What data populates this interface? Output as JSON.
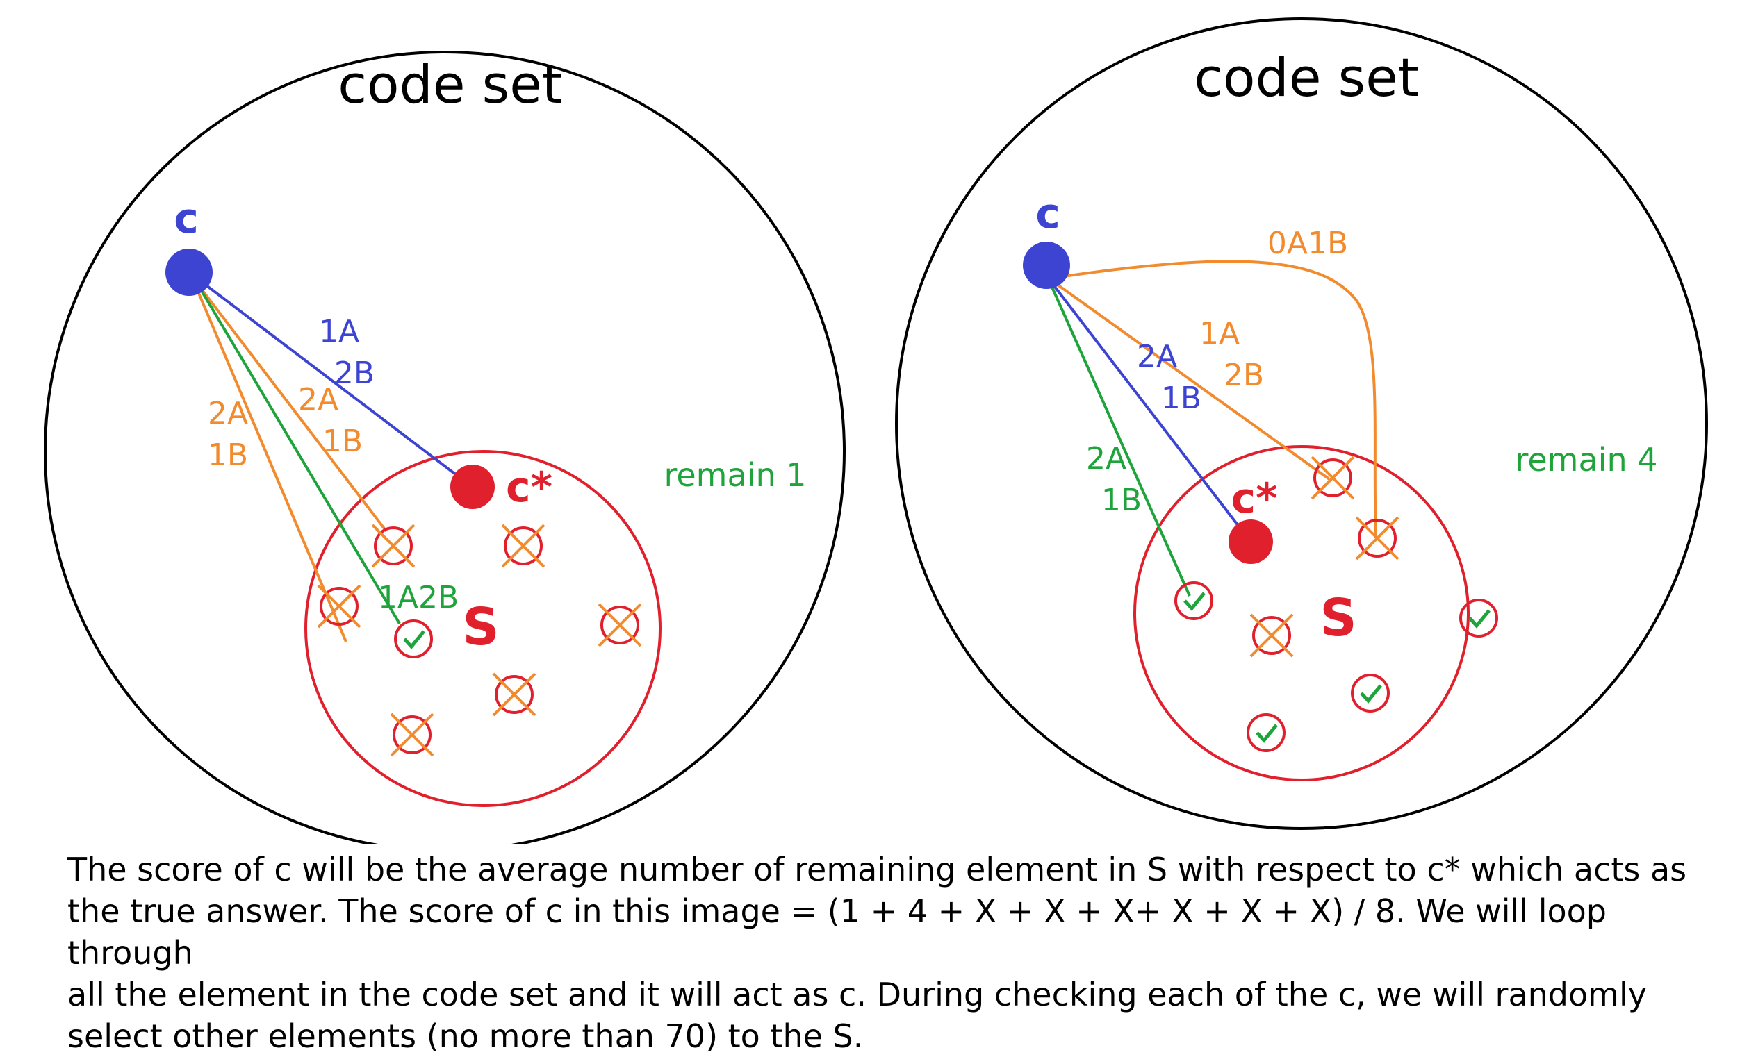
{
  "colors": {
    "black": "#000000",
    "blue": "#3d44d2",
    "red": "#e0202c",
    "orange": "#f28b2e",
    "green": "#1fa33b"
  },
  "icons": {
    "rejected": "crossed-circle-icon",
    "kept": "checkmark-circle-icon"
  },
  "left_panel": {
    "title": "code set",
    "guess_label": "c",
    "answer_label": "c*",
    "set_label": "S",
    "remain": "remain 1",
    "edge_labels": {
      "blue_1": "1A",
      "blue_2": "2B",
      "orange_a_1": "2A",
      "orange_a_2": "1B",
      "orange_b_1": "2A",
      "orange_b_2": "1B",
      "green": "1A2B"
    }
  },
  "right_panel": {
    "title": "code set",
    "guess_label": "c",
    "answer_label": "c*",
    "set_label": "S",
    "remain": "remain 4",
    "edge_labels": {
      "curve": "0A1B",
      "orange_1": "1A",
      "orange_2": "2B",
      "blue_1": "2A",
      "blue_2": "1B",
      "green_1": "2A",
      "green_2": "1B"
    }
  },
  "caption": {
    "line1": "The score of c will be the average number of remaining element in S with respect to c* which acts as",
    "line2": "the true answer. The score of c in this image = (1 + 4 + X + X + X+ X + X + X) / 8. We will loop through",
    "line3": "all the element in the code set and it will act as c. During checking each of the c, we will randomly",
    "line4": "select other elements (no more than 70) to the S."
  }
}
